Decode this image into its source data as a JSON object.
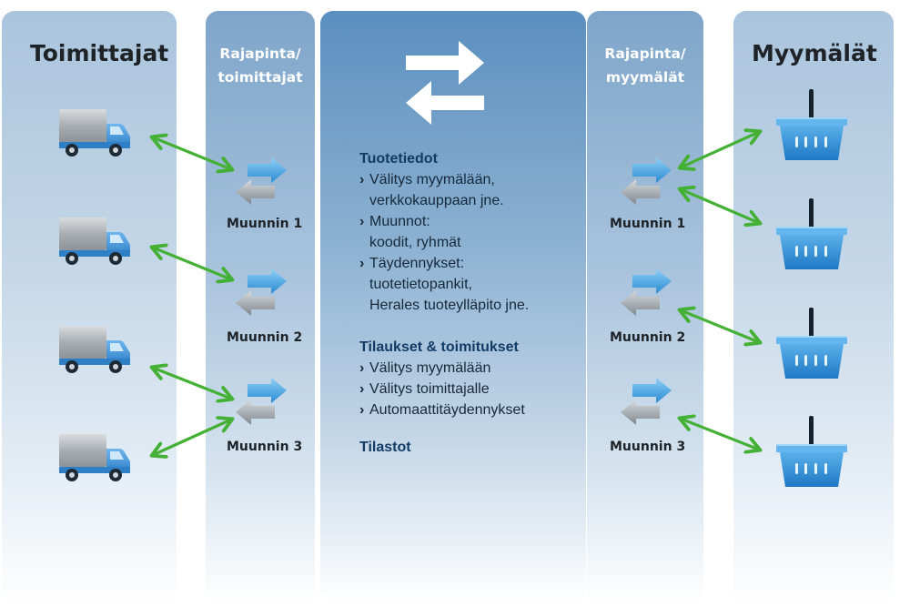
{
  "columns": {
    "suppliers": {
      "title": "Toimittajat"
    },
    "api_left": {
      "title_line1": "Rajapinta/",
      "title_line2": "toimittajat"
    },
    "api_right": {
      "title_line1": "Rajapinta/",
      "title_line2": "myymälät"
    },
    "stores": {
      "title": "Myymälät"
    }
  },
  "converters_left": [
    "Muunnin 1",
    "Muunnin 2",
    "Muunnin 3"
  ],
  "converters_right": [
    "Muunnin 1",
    "Muunnin 2",
    "Muunnin 3"
  ],
  "center": {
    "sections": [
      {
        "heading": "Tuotetiedot",
        "items": [
          [
            "Välitys myymälään,",
            "verkkokauppaan jne."
          ],
          [
            "Muunnot:",
            "koodit, ryhmät"
          ],
          [
            "Täydennykset:",
            "tuotetietopankit,",
            "Herales tuoteylläpito jne."
          ]
        ]
      },
      {
        "heading": "Tilaukset & toimitukset",
        "items": [
          [
            "Välitys myymälään"
          ],
          [
            "Välitys toimittajalle"
          ],
          [
            "Automaattitäydennykset"
          ]
        ]
      },
      {
        "heading": "Tilastot",
        "items": []
      }
    ],
    "bullet": "›"
  },
  "icons": {
    "truck": "truck-icon",
    "basket": "shopping-basket-icon",
    "converter": "bidirectional-arrows-icon",
    "exchange": "exchange-icon",
    "connector": "double-headed-arrow"
  },
  "colors": {
    "connector_green": "#44b035",
    "arrow_blue": "#3a9ad8",
    "arrow_gray": "#8d9499",
    "truck_blue": "#3d8fd6",
    "heading_blue": "#123c66"
  }
}
